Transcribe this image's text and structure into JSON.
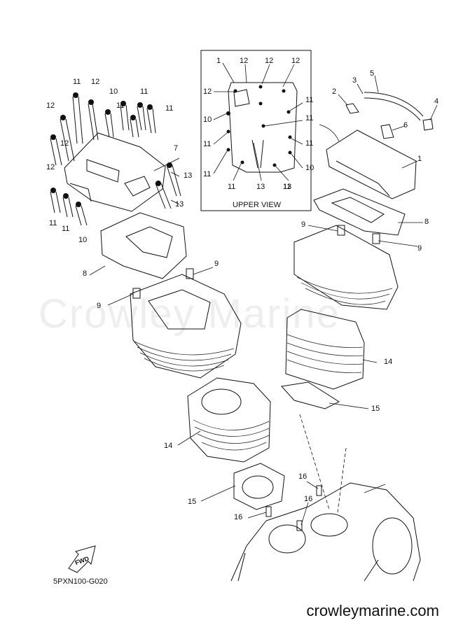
{
  "watermark": "Crowley Marine",
  "footer_site": "crowleymarine.com",
  "diagram_code": "5PXN100-G020",
  "upper_view_title": "UPPER VIEW",
  "fwd_label": "FWD",
  "callouts": {
    "main": [
      "11",
      "12",
      "10",
      "11",
      "12",
      "11",
      "11",
      "12",
      "12",
      "7",
      "13",
      "13",
      "11",
      "11",
      "10",
      "8",
      "9",
      "9",
      "14",
      "15",
      "16",
      "16",
      "16",
      "3",
      "5",
      "2",
      "4",
      "6",
      "1",
      "8",
      "9",
      "9",
      "14",
      "15"
    ],
    "upper_view": [
      "1",
      "12",
      "12",
      "12",
      "12",
      "11",
      "10",
      "11",
      "11",
      "11",
      "11",
      "10",
      "11",
      "13",
      "11",
      "13"
    ]
  }
}
